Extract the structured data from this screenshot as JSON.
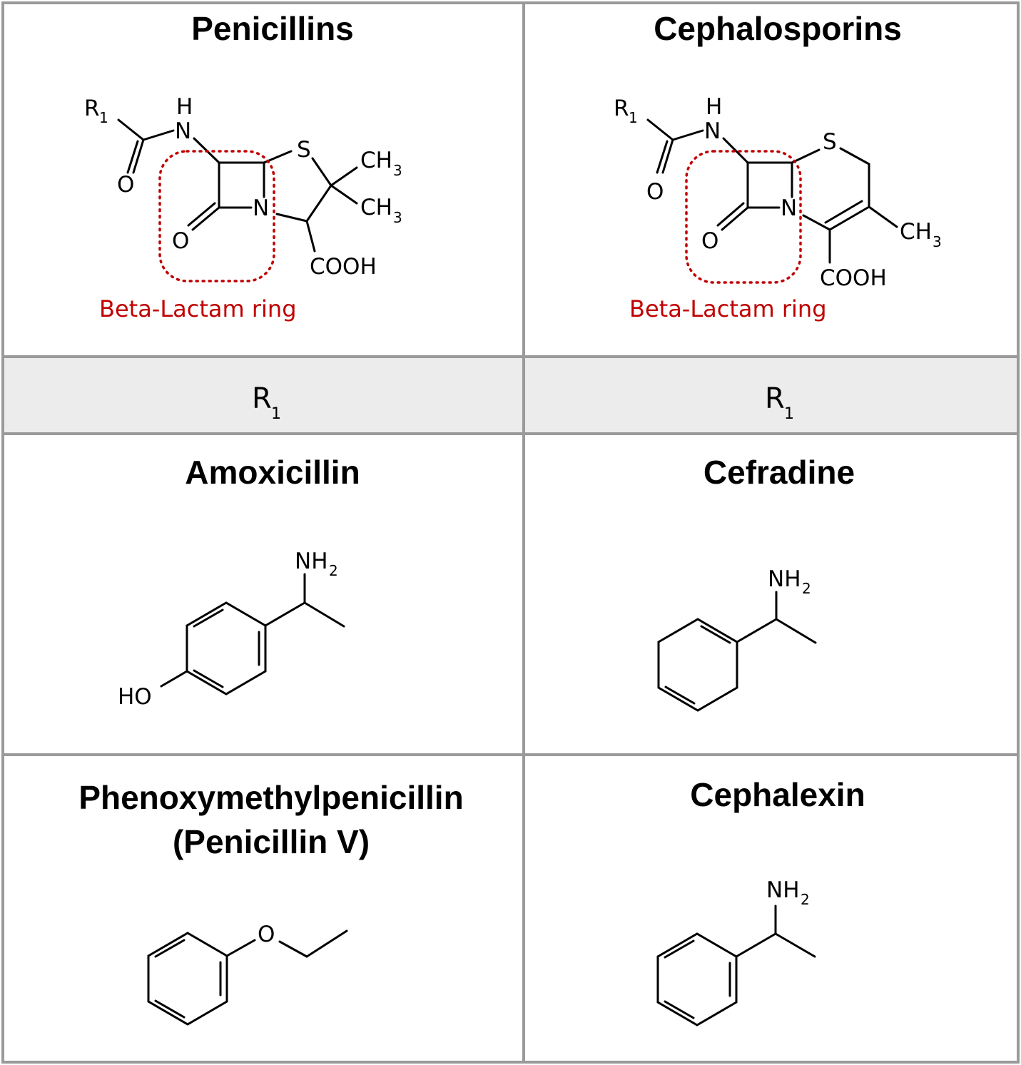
{
  "colors": {
    "grid": "#9a9a9a",
    "header_fill": "#ececec",
    "highlight": "#c00000",
    "text": "#000000"
  },
  "headers": {
    "left": "Penicillins",
    "right": "Cephalosporins"
  },
  "core": {
    "beta_lactam_label": "Beta-Lactam ring"
  },
  "atoms": {
    "R": "R",
    "one": "1",
    "H": "H",
    "N": "N",
    "O": "O",
    "S": "S",
    "CH": "CH",
    "three": "3",
    "COOH": "COOH",
    "NH": "NH",
    "two": "2",
    "HO": "HO"
  },
  "side_chain_row": {
    "label": "R",
    "subscript": "1"
  },
  "drugs": {
    "penicillin_1": "Amoxicillin",
    "cephalosporin_1": "Cefradine",
    "penicillin_2_line1": "Phenoxymethylpenicillin",
    "penicillin_2_line2": "(Penicillin V)",
    "cephalosporin_2": "Cephalexin"
  }
}
